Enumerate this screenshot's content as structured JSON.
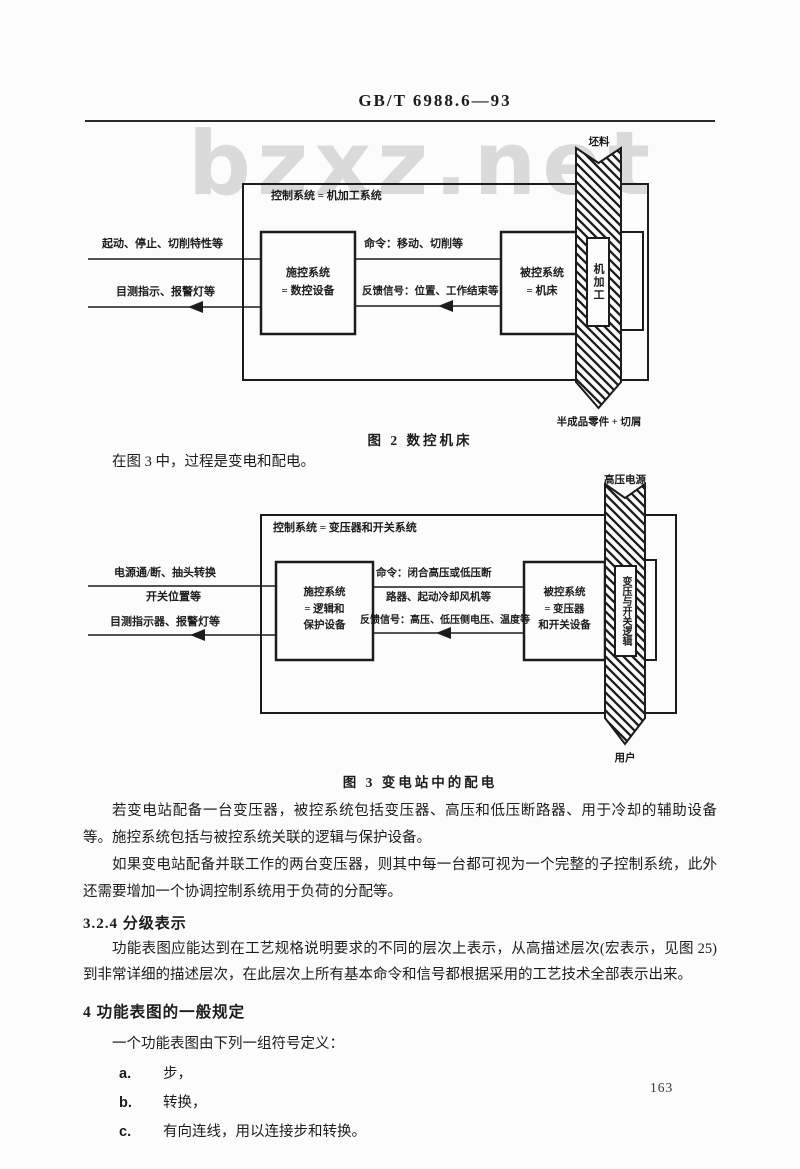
{
  "page": {
    "header": "GB/T 6988.6—93",
    "watermark": "bzxz.net",
    "page_number": "163"
  },
  "fig2": {
    "system_label": "控制系统 = 机加工系统",
    "input_label": "起动、停止、切削特性等",
    "output_label": "目测指示、报警灯等",
    "command_label": "命令：移动、切削等",
    "feedback_label": "反馈信号：位置、工作结束等",
    "controller_box": "施控系统\n= 数控设备",
    "controlled_box": "被控系统\n= 机床",
    "process_box": "机加工",
    "material_in": "坯料",
    "material_out": "半成品零件 + 切屑",
    "caption": "图 2  数控机床"
  },
  "intro_text": "在图 3 中，过程是变电和配电。",
  "fig3": {
    "system_label": "控制系统 = 变压器和开关系统",
    "input_label_1": "电源通/断、抽头转换",
    "input_label_2": "开关位置等",
    "output_label": "目测指示器、报警灯等",
    "command_label_1": "命令：闭合高压或低压断",
    "command_label_2": "路器、起动冷却风机等",
    "feedback_label": "反馈信号：高压、低压侧电压、温度等",
    "controller_box": "施控系统\n= 逻辑和\n保护设备",
    "controlled_box": "被控系统\n= 变压器\n和开关设备",
    "process_box": "变压与开关逻辑",
    "material_in": "高压电源",
    "material_out": "用户",
    "caption": "图 3  变电站中的配电"
  },
  "paragraphs": {
    "p1": "若变电站配备一台变压器，被控系统包括变压器、高压和低压断路器、用于冷却的辅助设备等。施控系统包括与被控系统关联的逻辑与保护设备。",
    "p2": "如果变电站配备并联工作的两台变压器，则其中每一台都可视为一个完整的子控制系统，此外还需要增加一个协调控制系统用于负荷的分配等。",
    "h324": "3.2.4  分级表示",
    "p3": "功能表图应能达到在工艺规格说明要求的不同的层次上表示，从高描述层次(宏表示，见图 25)到非常详细的描述层次，在此层次上所有基本命令和信号都根据采用的工艺技术全部表示出来。",
    "h4": "4  功能表图的一般规定",
    "p4": "一个功能表图由下列一组符号定义：",
    "list": [
      {
        "marker": "a.",
        "text": "步，"
      },
      {
        "marker": "b.",
        "text": "转换，"
      },
      {
        "marker": "c.",
        "text": "有向连线，用以连接步和转换。"
      }
    ]
  }
}
